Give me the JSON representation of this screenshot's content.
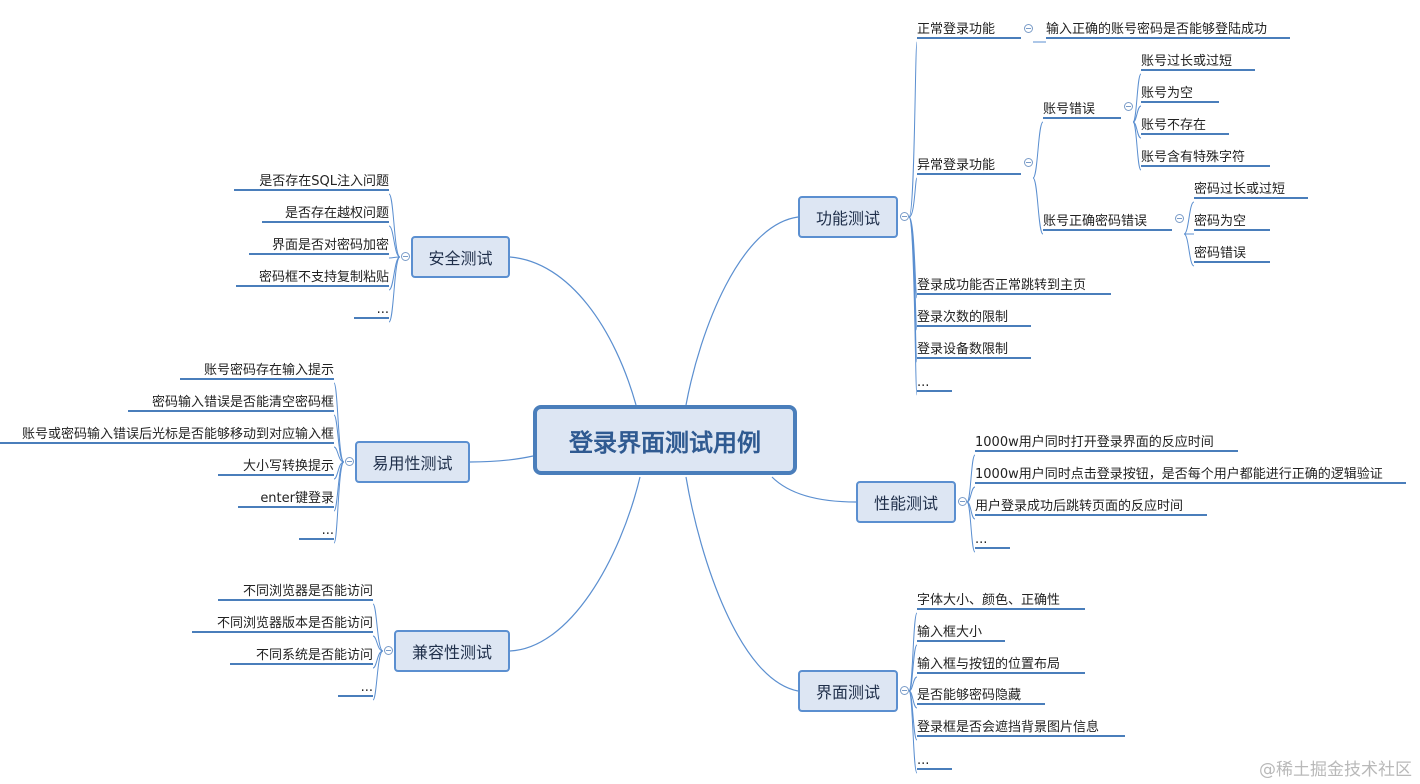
{
  "root": "登录界面测试用例",
  "branches": {
    "functional": {
      "label": "功能测试",
      "normal": {
        "label": "正常登录功能",
        "items": [
          "输入正确的账号密码是否能够登陆成功"
        ]
      },
      "abnormal": {
        "label": "异常登录功能",
        "account_error": {
          "label": "账号错误",
          "items": [
            "账号过长或过短",
            "账号为空",
            "账号不存在",
            "账号含有特殊字符"
          ]
        },
        "password_error": {
          "label": "账号正确密码错误",
          "items": [
            "密码过长或过短",
            "密码为空",
            "密码错误"
          ]
        }
      },
      "items": [
        "登录成功能否正常跳转到主页",
        "登录次数的限制",
        "登录设备数限制",
        "..."
      ]
    },
    "performance": {
      "label": "性能测试",
      "items": [
        "1000w用户同时打开登录界面的反应时间",
        "1000w用户同时点击登录按钮，是否每个用户都能进行正确的逻辑验证",
        "用户登录成功后跳转页面的反应时间",
        "..."
      ]
    },
    "ui": {
      "label": "界面测试",
      "items": [
        "字体大小、颜色、正确性",
        "输入框大小",
        "输入框与按钮的位置布局",
        "是否能够密码隐藏",
        "登录框是否会遮挡背景图片信息",
        "..."
      ]
    },
    "security": {
      "label": "安全测试",
      "items": [
        "是否存在SQL注入问题",
        "是否存在越权问题",
        "界面是否对密码加密",
        "密码框不支持复制粘贴",
        "..."
      ]
    },
    "usability": {
      "label": "易用性测试",
      "items": [
        "账号密码存在输入提示",
        "密码输入错误是否能清空密码框",
        "账号或密码输入错误后光标是否能够移动到对应输入框",
        "大小写转换提示",
        "enter键登录",
        "..."
      ]
    },
    "compatibility": {
      "label": "兼容性测试",
      "items": [
        "不同浏览器是否能访问",
        "不同浏览器版本是否能访问",
        "不同系统是否能访问",
        "..."
      ]
    }
  },
  "watermark": "@稀土掘金技术社区"
}
